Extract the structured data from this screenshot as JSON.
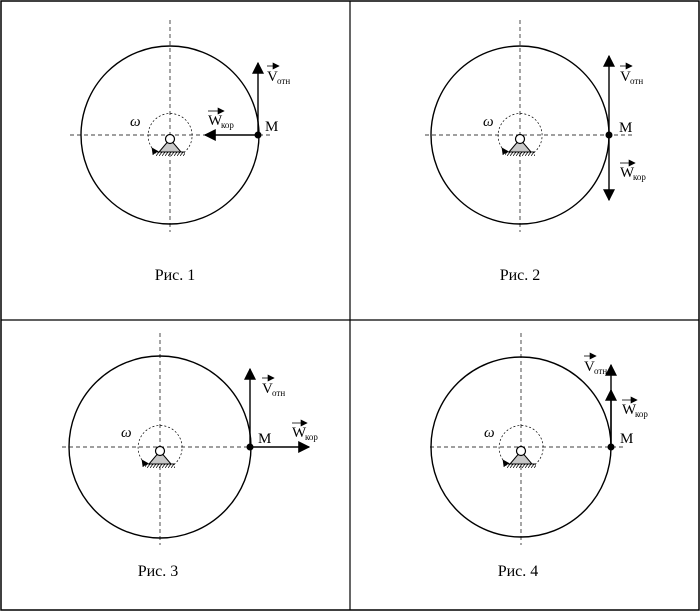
{
  "colors": {
    "ink": "#000000",
    "background": "#ffffff",
    "pedestal": "#c8c8c8"
  },
  "symbols": {
    "omega": "ω",
    "point": "M",
    "v_main": "V",
    "v_sub": "отн",
    "w_main": "W",
    "w_sub": "кор"
  },
  "panels": [
    {
      "caption": "Рис. 1",
      "v_direction": "up",
      "w_direction": "left"
    },
    {
      "caption": "Рис. 2",
      "v_direction": "up",
      "w_direction": "down"
    },
    {
      "caption": "Рис. 3",
      "v_direction": "up",
      "w_direction": "right"
    },
    {
      "caption": "Рис. 4",
      "v_direction": "up",
      "w_direction": "up"
    }
  ]
}
